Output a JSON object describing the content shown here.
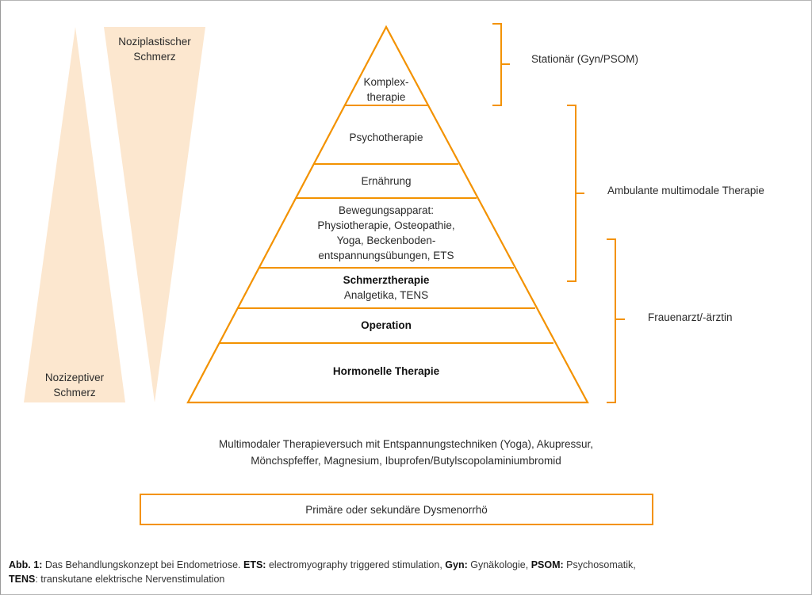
{
  "colors": {
    "accent": "#f39200",
    "triangle_fill": "#fce7cf",
    "text": "#2a2a2a"
  },
  "left_triangles": {
    "nociplastic": {
      "line1": "Noziplastischer",
      "line2": "Schmerz"
    },
    "nociceptive": {
      "line1": "Nozizeptiver",
      "line2": "Schmerz"
    }
  },
  "pyramid": {
    "levels": [
      {
        "title": "Komplex-",
        "title2": "therapie"
      },
      {
        "title": "Psychotherapie"
      },
      {
        "title": "Ernährung"
      },
      {
        "line1": "Bewegungsapparat:",
        "line2": "Physiotherapie, Osteopathie,",
        "line3": "Yoga, Beckenboden-",
        "line4": "entspannungsübungen, ETS"
      },
      {
        "title": "Schmerztherapie",
        "sub": "Analgetika, TENS"
      },
      {
        "title": "Operation"
      },
      {
        "title": "Hormonelle Therapie"
      }
    ]
  },
  "brackets": {
    "inpatient": "Stationär (Gyn/PSOM)",
    "outpatient": "Ambulante multimodale Therapie",
    "gynecologist": "Frauenarzt/-ärztin"
  },
  "note": {
    "line1": "Multimodaler Therapieversuch mit Entspannungstechniken (Yoga), Akupressur,",
    "line2": "Mönchspfeffer, Magnesium, Ibuprofen/Butylscopolaminiumbromid"
  },
  "base_box": "Primäre oder sekundäre Dysmenorrhö",
  "caption": {
    "fig": "Abb. 1:",
    "text1": " Das Behandlungskonzept bei Endometriose. ",
    "ets": "ETS:",
    "ets_text": " electromyography triggered stimulation, ",
    "gyn": "Gyn:",
    "gyn_text": " Gynäkologie, ",
    "psom": "PSOM:",
    "psom_text": " Psychosomatik,",
    "tens": "TENS",
    "tens_text": ": transkutane elektrische Nervenstimulation"
  }
}
